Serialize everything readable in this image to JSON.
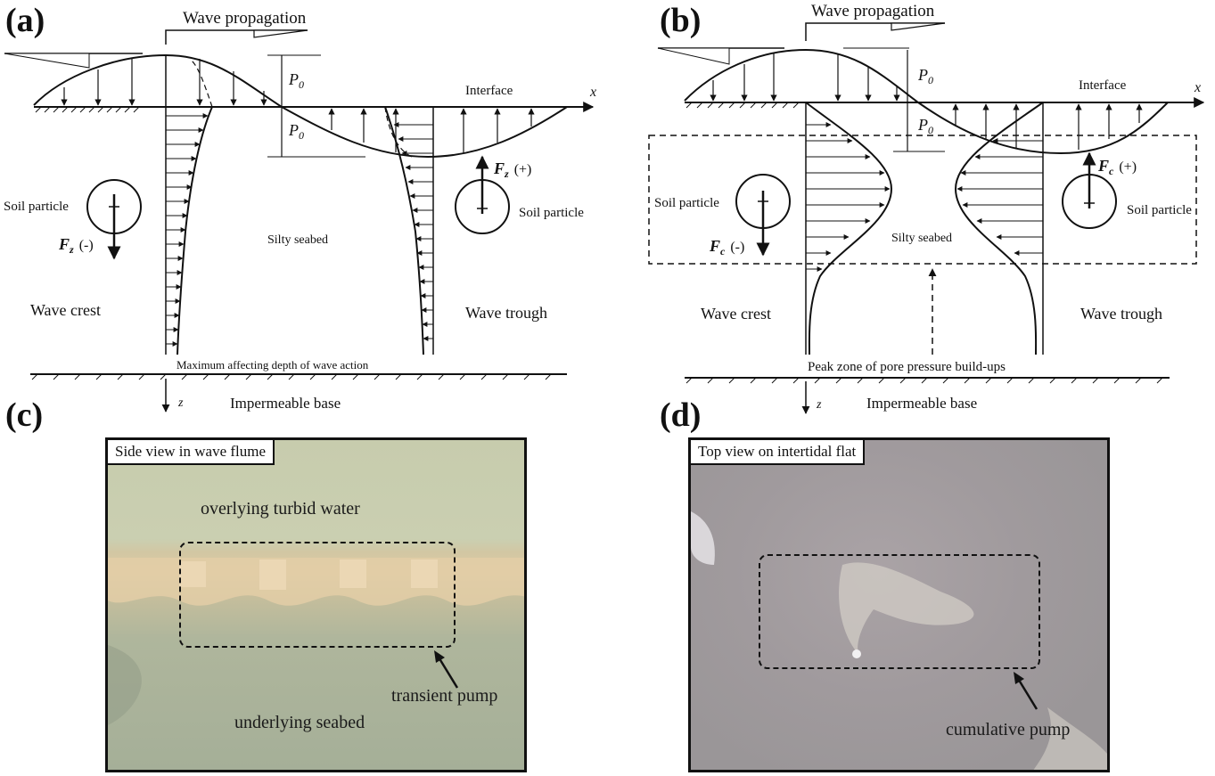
{
  "panels": {
    "a": {
      "letter": "(a)",
      "wave_propagation": "Wave propagation",
      "p0_top": "P",
      "p0_top_sub": "0",
      "p0_bottom": "P",
      "p0_bottom_sub": "0",
      "interface": "Interface",
      "x_axis": "x",
      "z_axis": "z",
      "soil_particle_left": "Soil particle",
      "soil_particle_right": "Soil particle",
      "force_left": "F",
      "force_left_sub": "z",
      "force_left_sign": "(-)",
      "force_right": "F",
      "force_right_sub": "z",
      "force_right_sign": "(+)",
      "silty_seabed": "Silty seabed",
      "wave_crest": "Wave crest",
      "wave_trough": "Wave trough",
      "depth_label": "Maximum affecting depth of wave action",
      "base_label": "Impermeable base"
    },
    "b": {
      "letter": "(b)",
      "wave_propagation": "Wave propagation",
      "p0_top": "P",
      "p0_top_sub": "0",
      "p0_bottom": "P",
      "p0_bottom_sub": "0",
      "interface": "Interface",
      "x_axis": "x",
      "z_axis": "z",
      "soil_particle_left": "Soil particle",
      "soil_particle_right": "Soil particle",
      "force_left": "F",
      "force_left_sub": "c",
      "force_left_sign": "(-)",
      "force_right": "F",
      "force_right_sub": "c",
      "force_right_sign": "(+)",
      "silty_seabed": "Silty seabed",
      "wave_crest": "Wave crest",
      "wave_trough": "Wave trough",
      "peak_label": "Peak zone of pore pressure build-ups",
      "base_label": "Impermeable base"
    },
    "c": {
      "letter": "(c)",
      "tag": "Side view in wave flume",
      "water_label": "overlying turbid water",
      "pump_label": "transient pump",
      "seabed_label": "underlying seabed",
      "colors": {
        "water": "#c9cdb0",
        "band": "#d8c7a2",
        "seabed": "#a9b39a"
      }
    },
    "d": {
      "letter": "(d)",
      "tag": "Top view on intertidal flat",
      "pump_label": "cumulative pump",
      "colors": {
        "background": "#a39b9e",
        "plume": "#c8c2bc"
      }
    }
  }
}
